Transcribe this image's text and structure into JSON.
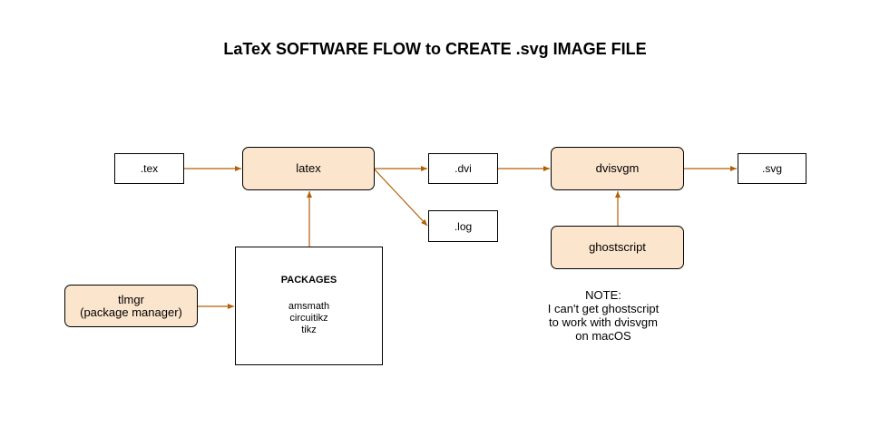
{
  "title": "LaTeX SOFTWARE FLOW to CREATE .svg IMAGE FILE",
  "nodes": {
    "tex": ".tex",
    "latex": "latex",
    "dvi": ".dvi",
    "log": ".log",
    "dvisvgm": "dvisvgm",
    "svg": ".svg",
    "ghostscript": "ghostscript",
    "tlmgr": [
      "tlmgr",
      "(package manager)"
    ],
    "packages": {
      "title": "PACKAGES",
      "items": [
        "amsmath",
        "circuitikz",
        "tikz"
      ]
    }
  },
  "note": [
    "NOTE:",
    "I can't get ghostscript",
    "to work with dvisvgm",
    "on macOS"
  ],
  "colors": {
    "process_fill": "#fce5cd",
    "arrow": "#b45f06",
    "border": "#000000"
  }
}
